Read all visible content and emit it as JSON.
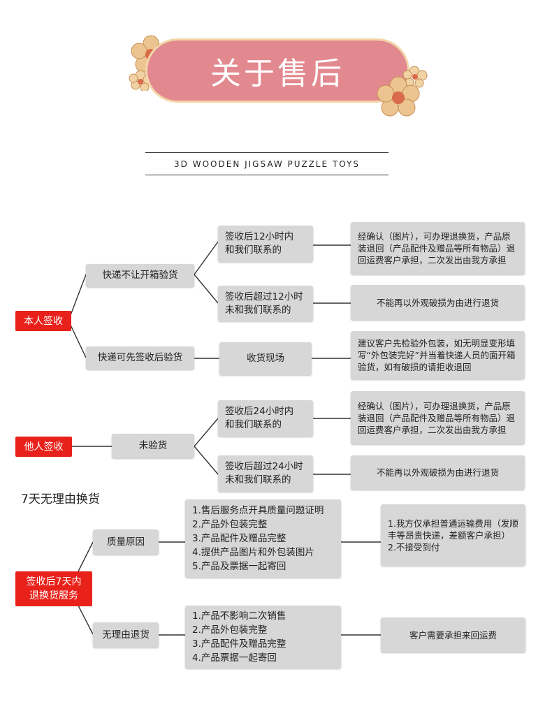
{
  "header": {
    "title": "关于售后",
    "subtitle": "3D WOODEN JIGSAW PUZZLE TOYS"
  },
  "colors": {
    "banner": "#e2898f",
    "red_tag": "#e8221b",
    "box": "#d7d7d7",
    "flower": "#e8b98a"
  },
  "self_sign": {
    "label": "本人签收",
    "branch_a": {
      "label": "快递不让开箱验货",
      "case1": {
        "label": "签收后12小时内\n和我们联系的",
        "result": "经确认（图片），可办理退换货，产品原装退回（产品配件及赠品等所有物品）退回运费客户承担，二次发出由我方承担"
      },
      "case2": {
        "label": "签收后超过12小时\n未和我们联系的",
        "result": "不能再以外观破损为由进行退货"
      }
    },
    "branch_b": {
      "label": "快递可先签收后验货",
      "case": {
        "label": "收货现场",
        "result": "建议客户先检验外包装，如无明显变形填写“外包装完好”并当着快递人员的面开箱验货，如有破损的请拒收退回"
      }
    }
  },
  "other_sign": {
    "label": "他人签收",
    "branch": {
      "label": "未验货",
      "case1": {
        "label": "签收后24小时内\n和我们联系的",
        "result": "经确认（图片），可办理退换货，产品原装退回（产品配件及赠品等所有物品）退回运费客户承担，二次发出由我方承担"
      },
      "case2": {
        "label": "签收后超过24小时\n未和我们联系的",
        "result": "不能再以外观破损为由进行退货"
      }
    }
  },
  "seven_day": {
    "title": "7天无理由换货",
    "label": "签收后7天内\n退换货服务",
    "quality": {
      "label": "质量原因",
      "conditions": "1.售后服务点开具质量问题证明\n2.产品外包装完整\n3.产品配件及赠品完整\n4.提供产品图片和外包装图片\n5.产品及票据一起寄回",
      "result": "1.我方仅承担普通运输费用（发顺丰等昂贵快递，差额客户承担）\n2.不接受到付"
    },
    "no_reason": {
      "label": "无理由退货",
      "conditions": "1.产品不影响二次销售\n2.产品外包装完整\n3.产品配件及赠品完整\n4.产品票据一起寄回",
      "result": "客户需要承担来回运费"
    }
  }
}
